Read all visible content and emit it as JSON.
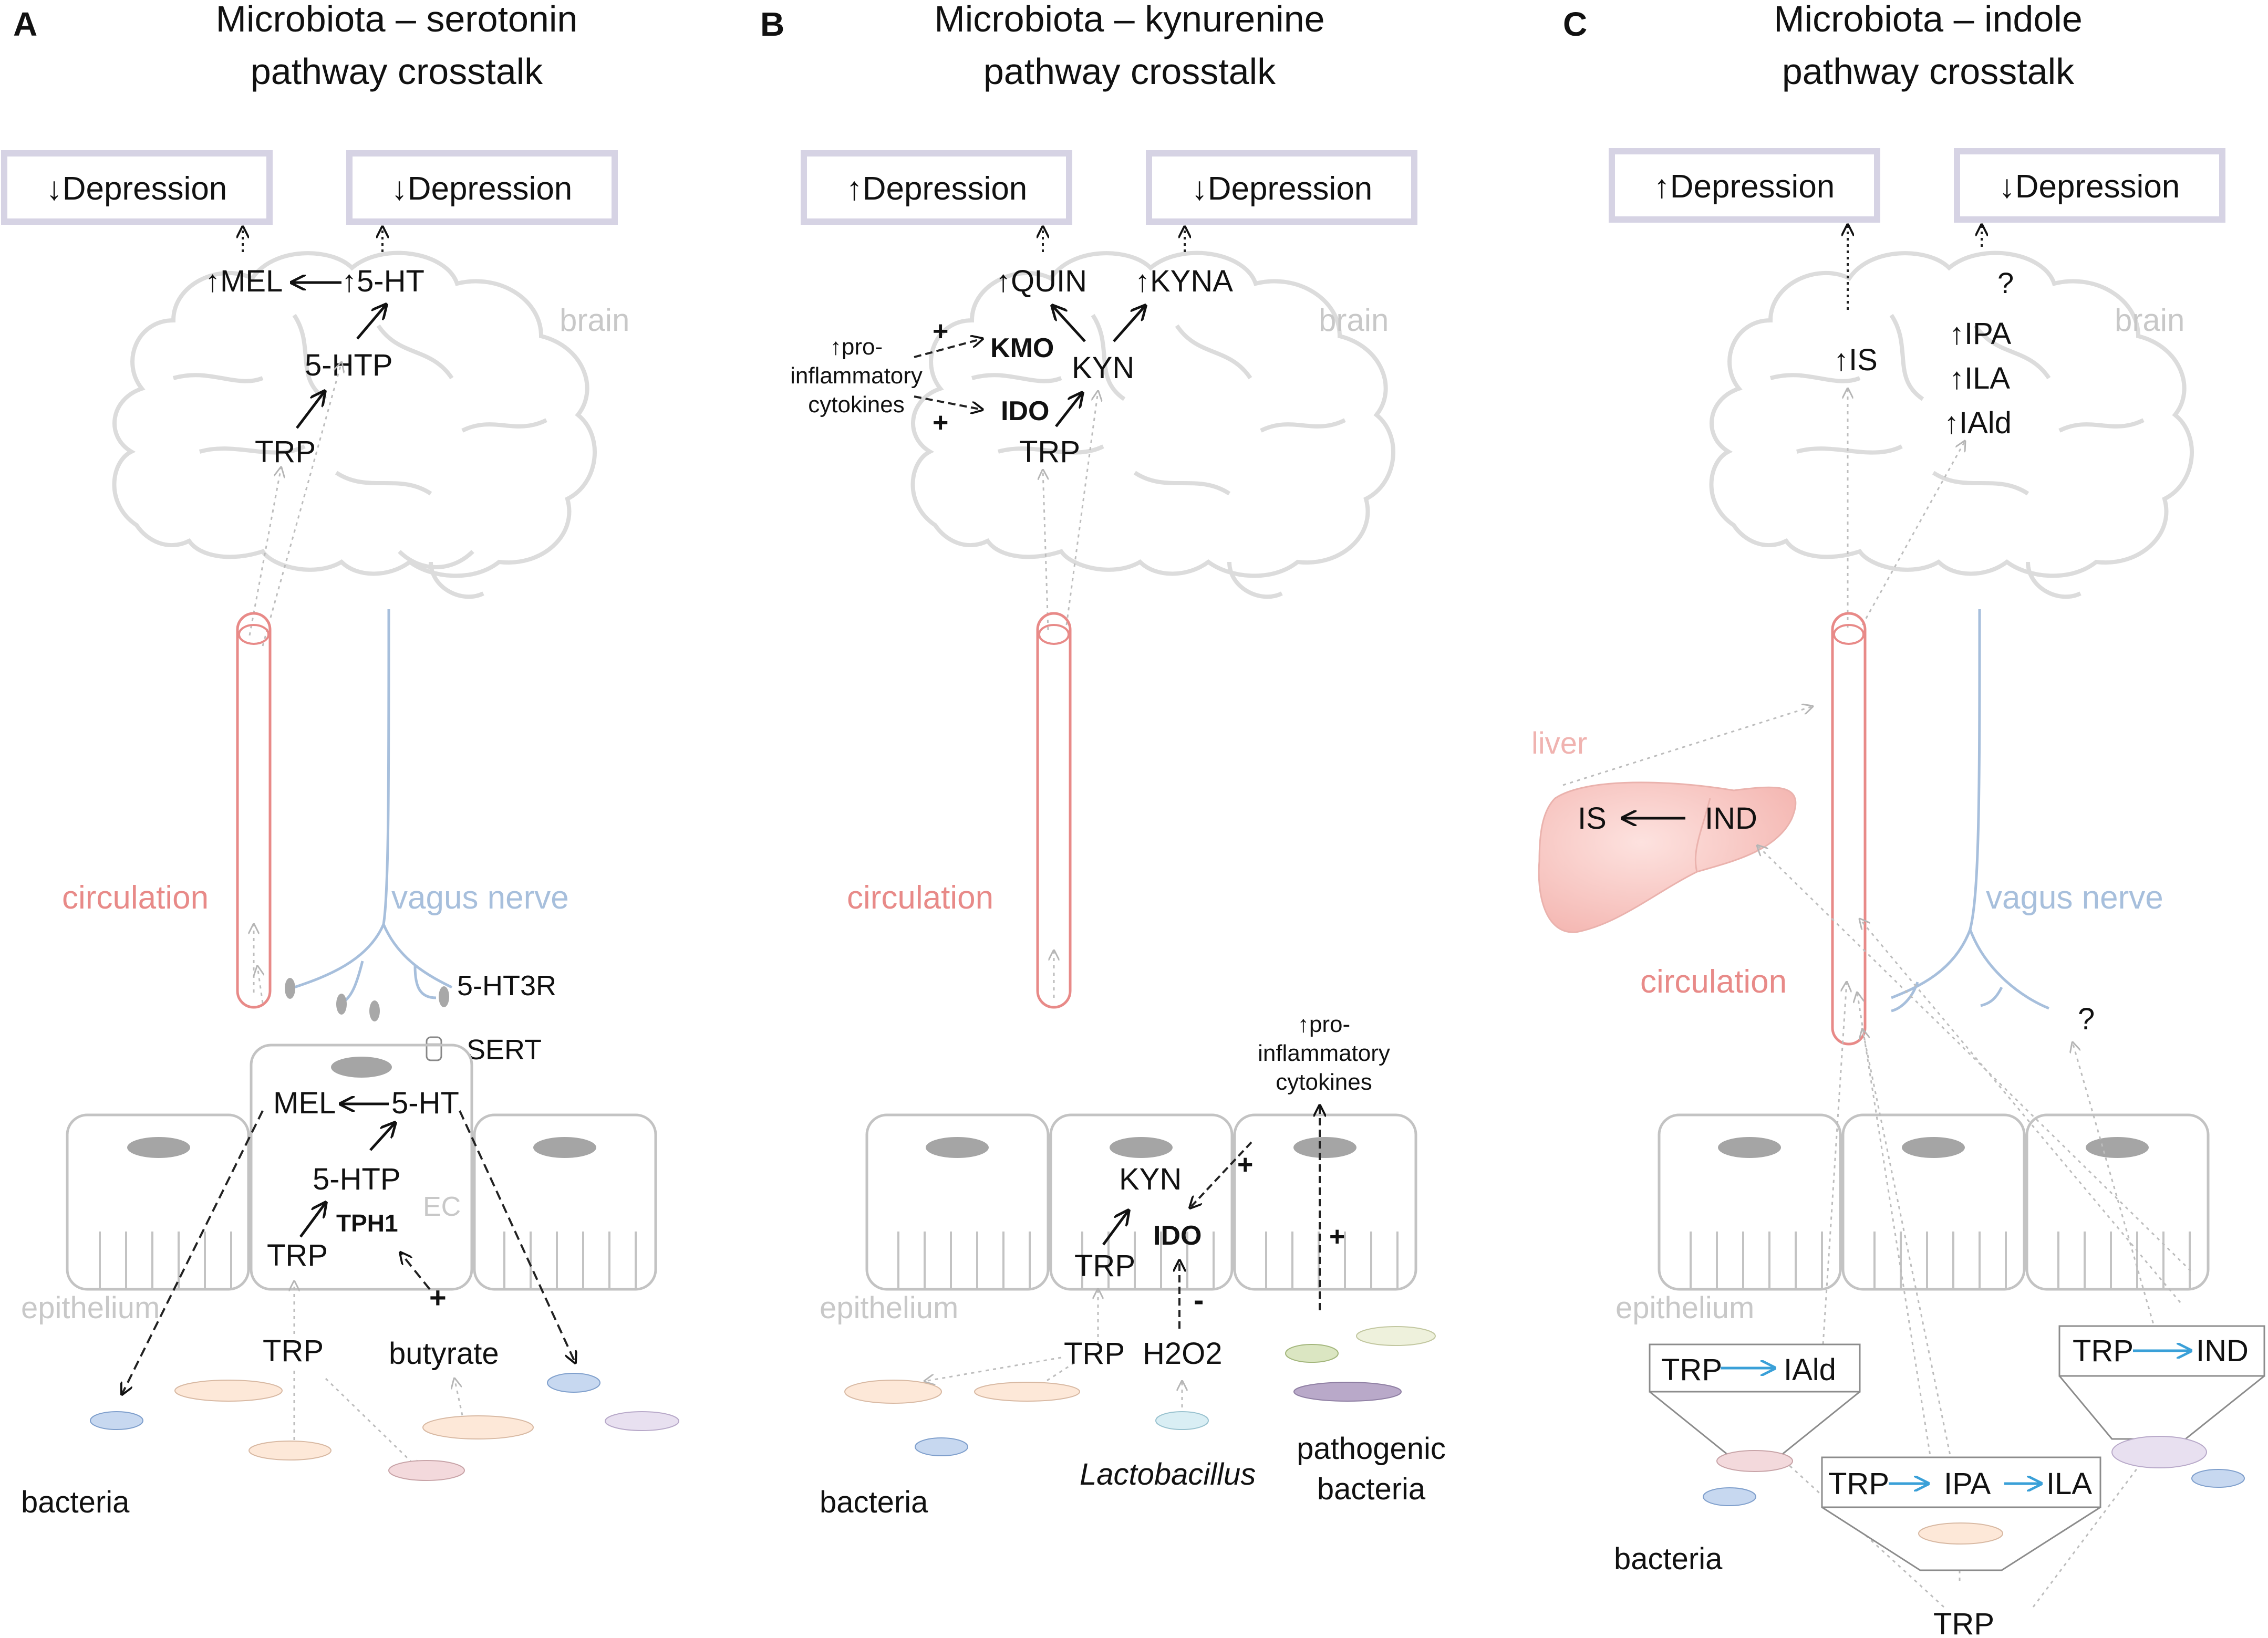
{
  "colors": {
    "circulation": "#e88a88",
    "vagus": "#a7bfdc",
    "cell": "#c3c3c3",
    "brain": "#dcdcdc",
    "box_border": "#d6d3e4",
    "dotted": "#bdbdbd",
    "blue_arrow": "#3aa0d8",
    "liver": "#f6c1bd"
  },
  "icons": {
    "brain": "brain-outline",
    "vessel": "blood-vessel-tube",
    "cell": "epithelial-cell",
    "bacteria": "bacterium-ellipse",
    "liver": "liver-organ"
  },
  "panels": {
    "a": {
      "letter": "A",
      "title_line1": "Microbiota – serotonin",
      "title_line2": "pathway  crosstalk",
      "box_left": "↓Depression",
      "box_right": "↓Depression",
      "mel_top": "↑MEL",
      "ht_top": "↑5-HT",
      "htp_brain": "5-HTP",
      "trp_brain": "TRP",
      "brain": "brain",
      "circulation": "circulation",
      "vagus": "vagus nerve",
      "ht3r": "5-HT3R",
      "sert": "SERT",
      "mel_cell": "MEL",
      "ht_cell": "5-HT",
      "htp_cell": "5-HTP",
      "tph1": "TPH1",
      "trp_cell": "TRP",
      "ec": "EC",
      "epithelium": "epithelium",
      "trp_lumen": "TRP",
      "butyrate": "butyrate",
      "plus": "+",
      "bacteria": "bacteria"
    },
    "b": {
      "letter": "B",
      "title_line1": "Microbiota – kynurenine",
      "title_line2": "pathway crosstalk",
      "box_left": "↑Depression",
      "box_right": "↓Depression",
      "quin": "↑QUIN",
      "kyna": "↑KYNA",
      "kmo": "KMO",
      "kyn_brain": "KYN",
      "ido_brain": "IDO",
      "trp_brain": "TRP",
      "brain": "brain",
      "cytokines_line1": "↑pro-",
      "cytokines_line2": "inflammatory",
      "cytokines_line3": "cytokines",
      "plus": "+",
      "minus": "-",
      "circulation": "circulation",
      "gut_cytokines_line1": "↑pro-",
      "gut_cytokines_line2": "inflammatory",
      "gut_cytokines_line3": "cytokines",
      "kyn_cell": "KYN",
      "ido_cell": "IDO",
      "trp_cell": "TRP",
      "epithelium": "epithelium",
      "trp_lumen": "TRP",
      "h2o2": "H2O2",
      "lactobacillus": "Lactobacillus",
      "pathogenic_line1": "pathogenic",
      "pathogenic_line2": "bacteria",
      "bacteria": "bacteria"
    },
    "c": {
      "letter": "C",
      "title_line1": "Microbiota – indole",
      "title_line2": "pathway crosstalk",
      "box_left": "↑Depression",
      "box_right": "↓Depression",
      "question_brain": "?",
      "is_brain": "↑IS",
      "ipa": "↑IPA",
      "ila": "↑ILA",
      "iald": "↑IAld",
      "brain": "brain",
      "liver": "liver",
      "is_liver": "IS",
      "ind_liver": "IND",
      "vagus": "vagus nerve",
      "circulation": "circulation",
      "question_vagus": "?",
      "epithelium": "epithelium",
      "box1_from": "TRP",
      "box1_to": "IAld",
      "box2_from": "TRP",
      "box2_mid": "IPA",
      "box2_to": "ILA",
      "box3_from": "TRP",
      "box3_to": "IND",
      "bacteria": "bacteria",
      "trp_bottom": "TRP"
    }
  }
}
